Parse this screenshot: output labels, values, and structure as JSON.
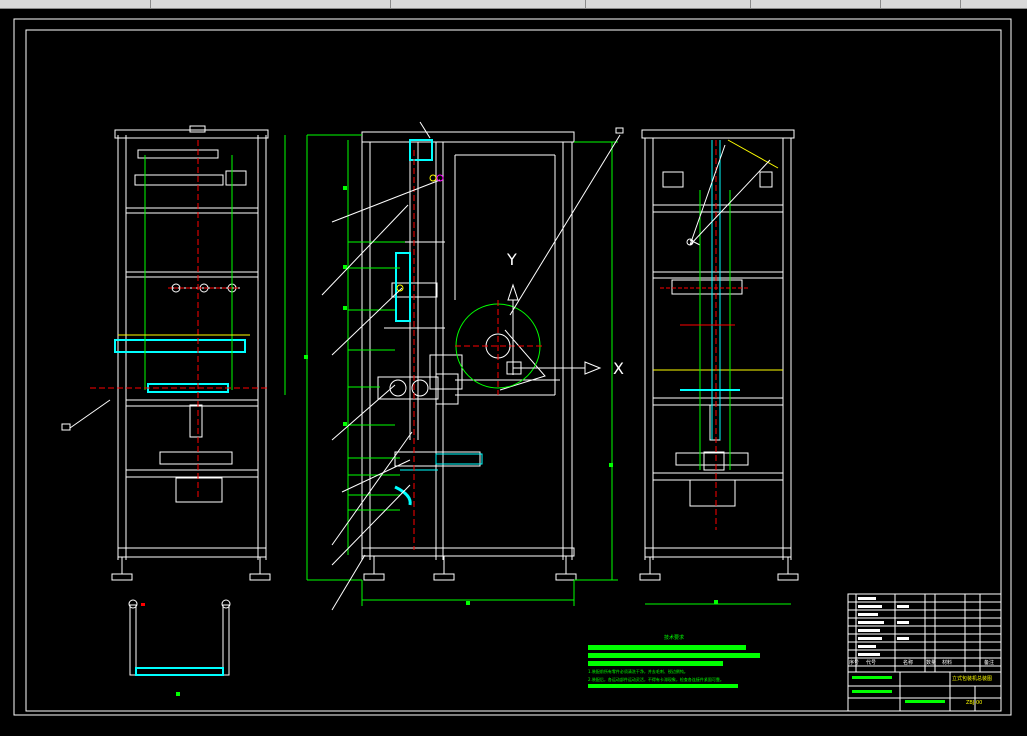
{
  "toolbar": {
    "segments": 7
  },
  "views": {
    "axis_y_label": "Y",
    "axis_x_label": "X"
  },
  "notes": {
    "title": "技术要求",
    "line1": "1.装配前所有零件必须清洗干净，并去毛刺、锐边倒钝。",
    "line2": "2.装配后，各运动部件运动灵活，不得有卡滞现象，检查各连接件紧固可靠。"
  },
  "title_block": {
    "col_no": "序号",
    "col_code": "代号",
    "col_name": "名称",
    "col_qty": "数量",
    "col_material": "材料",
    "col_remark": "备注",
    "drawing_title": "立式包装机总装图",
    "drawing_no": "ZBJ-00"
  },
  "colors": {
    "frame": "#ffffff",
    "dimension": "#00ff00",
    "centerline": "#ff0000",
    "hidden": "#00ffff",
    "highlight": "#ffff00",
    "accent": "#ff00ff"
  }
}
